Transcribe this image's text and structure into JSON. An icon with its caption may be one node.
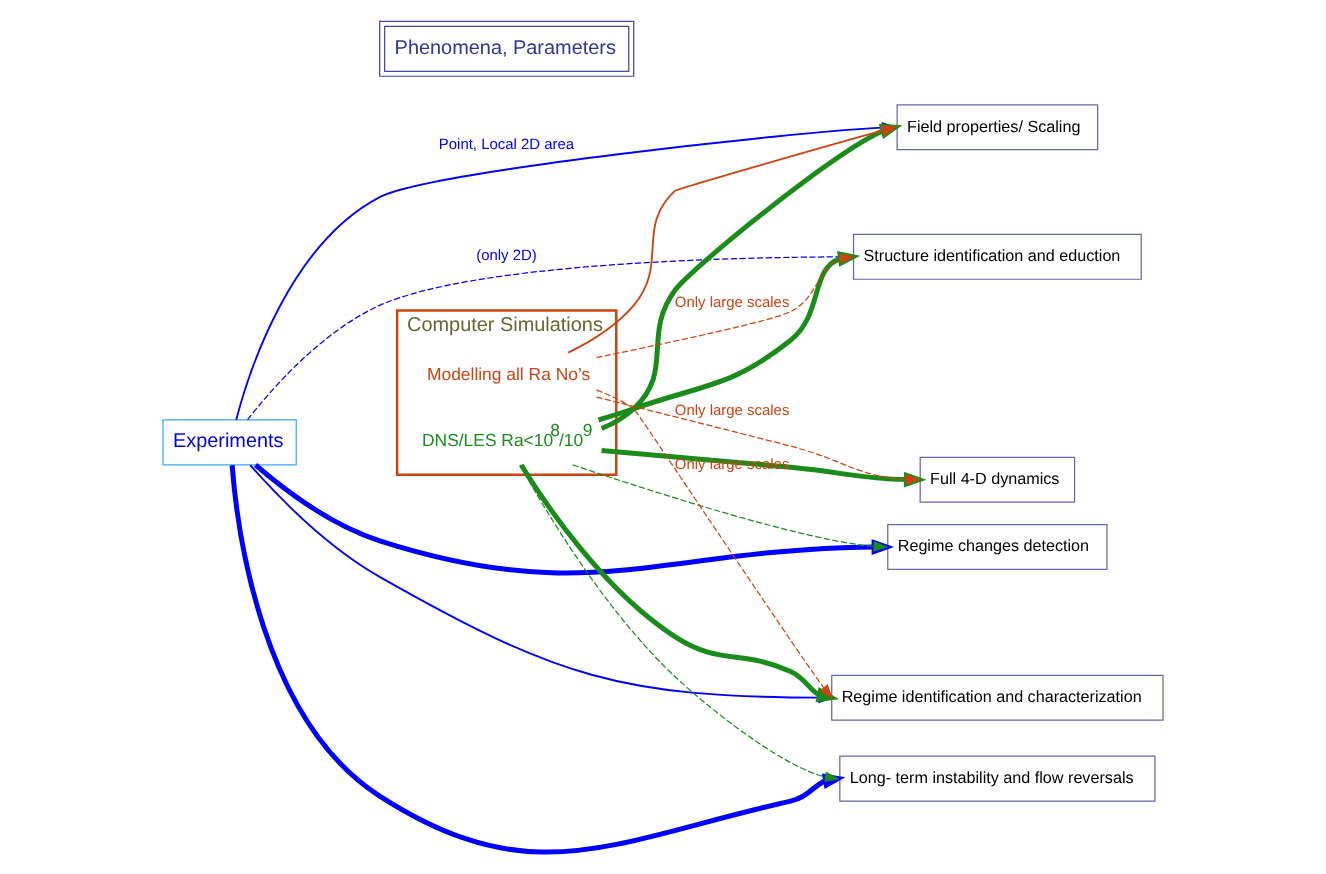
{
  "diagram": {
    "nodes": [
      {
        "text": [
          "Experiments"
        ]
      },
      {
        "text": [
          "Phenomena, Parameters"
        ]
      },
      {
        "text": [
          "Computer Simulations"
        ]
      },
      {
        "text": [
          "DNS/LES Ra<10$^{8}$/10$^{9}$"
        ],
        "in": 2
      },
      {
        "text": [
          "Modelling all Ra No’s"
        ],
        "in": 2
      },
      {
        "text": [
          "Field properties/ Scaling"
        ]
      },
      {
        "text": [
          "Structure identification and eduction"
        ]
      },
      {
        "text": [
          "Regime changes detection"
        ]
      },
      {
        "text": [
          "Regime identification and characterization"
        ]
      },
      {
        "text": [
          "Long- term instability and flow reversals"
        ]
      },
      {
        "text": [
          "Full 4-D dynamics"
        ]
      }
    ],
    "edges": [
      {
        "from": 0,
        "to": 5,
        "arrow": "to",
        "label": "Point, Local 2D area",
        "color": "#0000ff"
      },
      {
        "from": 0,
        "to": 6,
        "arrow": "to",
        "label": "(only 2D)",
        "style": "dashed",
        "color": "#0000ff"
      },
      {
        "from": 0,
        "to": 7,
        "arrow": "to",
        "style": "thick",
        "color": "#0000ff"
      },
      {
        "from": 0,
        "to": 8,
        "arrow": "to",
        "color": "#0000ff"
      },
      {
        "from": 0,
        "to": 9,
        "arrow": "to",
        "style": "thick",
        "color": "#0000ff"
      },
      {
        "from": 3,
        "to": 5,
        "arrow": "to",
        "style": "thick",
        "color": "#1a8c1a"
      },
      {
        "from": 3,
        "to": 6,
        "arrow": "to",
        "style": "thick",
        "color": "#1a8c1a"
      },
      {
        "from": 3,
        "to": 7,
        "arrow": "to",
        "style": "dashed",
        "color": "#1a8c1a"
      },
      {
        "from": 3,
        "to": 8,
        "arrow": "to",
        "style": "thick",
        "color": "#1a8c1a"
      },
      {
        "from": 3,
        "to": 9,
        "arrow": "to",
        "style": "dashed",
        "color": "#1a8c1a"
      },
      {
        "from": 3,
        "to": 10,
        "arrow": "to",
        "style": "thick",
        "color": "#1a8c1a"
      },
      {
        "from": 4,
        "to": 5,
        "arrow": "to",
        "color": "#cc4411"
      },
      {
        "from": 4,
        "to": 6,
        "arrow": "to",
        "label": "Only large scales",
        "style": "dashed",
        "color": "#cc4411"
      },
      {
        "from": 4,
        "to": 8,
        "arrow": "to",
        "label": "Only large scales",
        "style": "dashed",
        "color": "#cc4411"
      },
      {
        "from": 4,
        "to": 10,
        "arrow": "to",
        "label": "Only large scales",
        "style": "dashed",
        "color": "#cc4411"
      }
    ]
  }
}
